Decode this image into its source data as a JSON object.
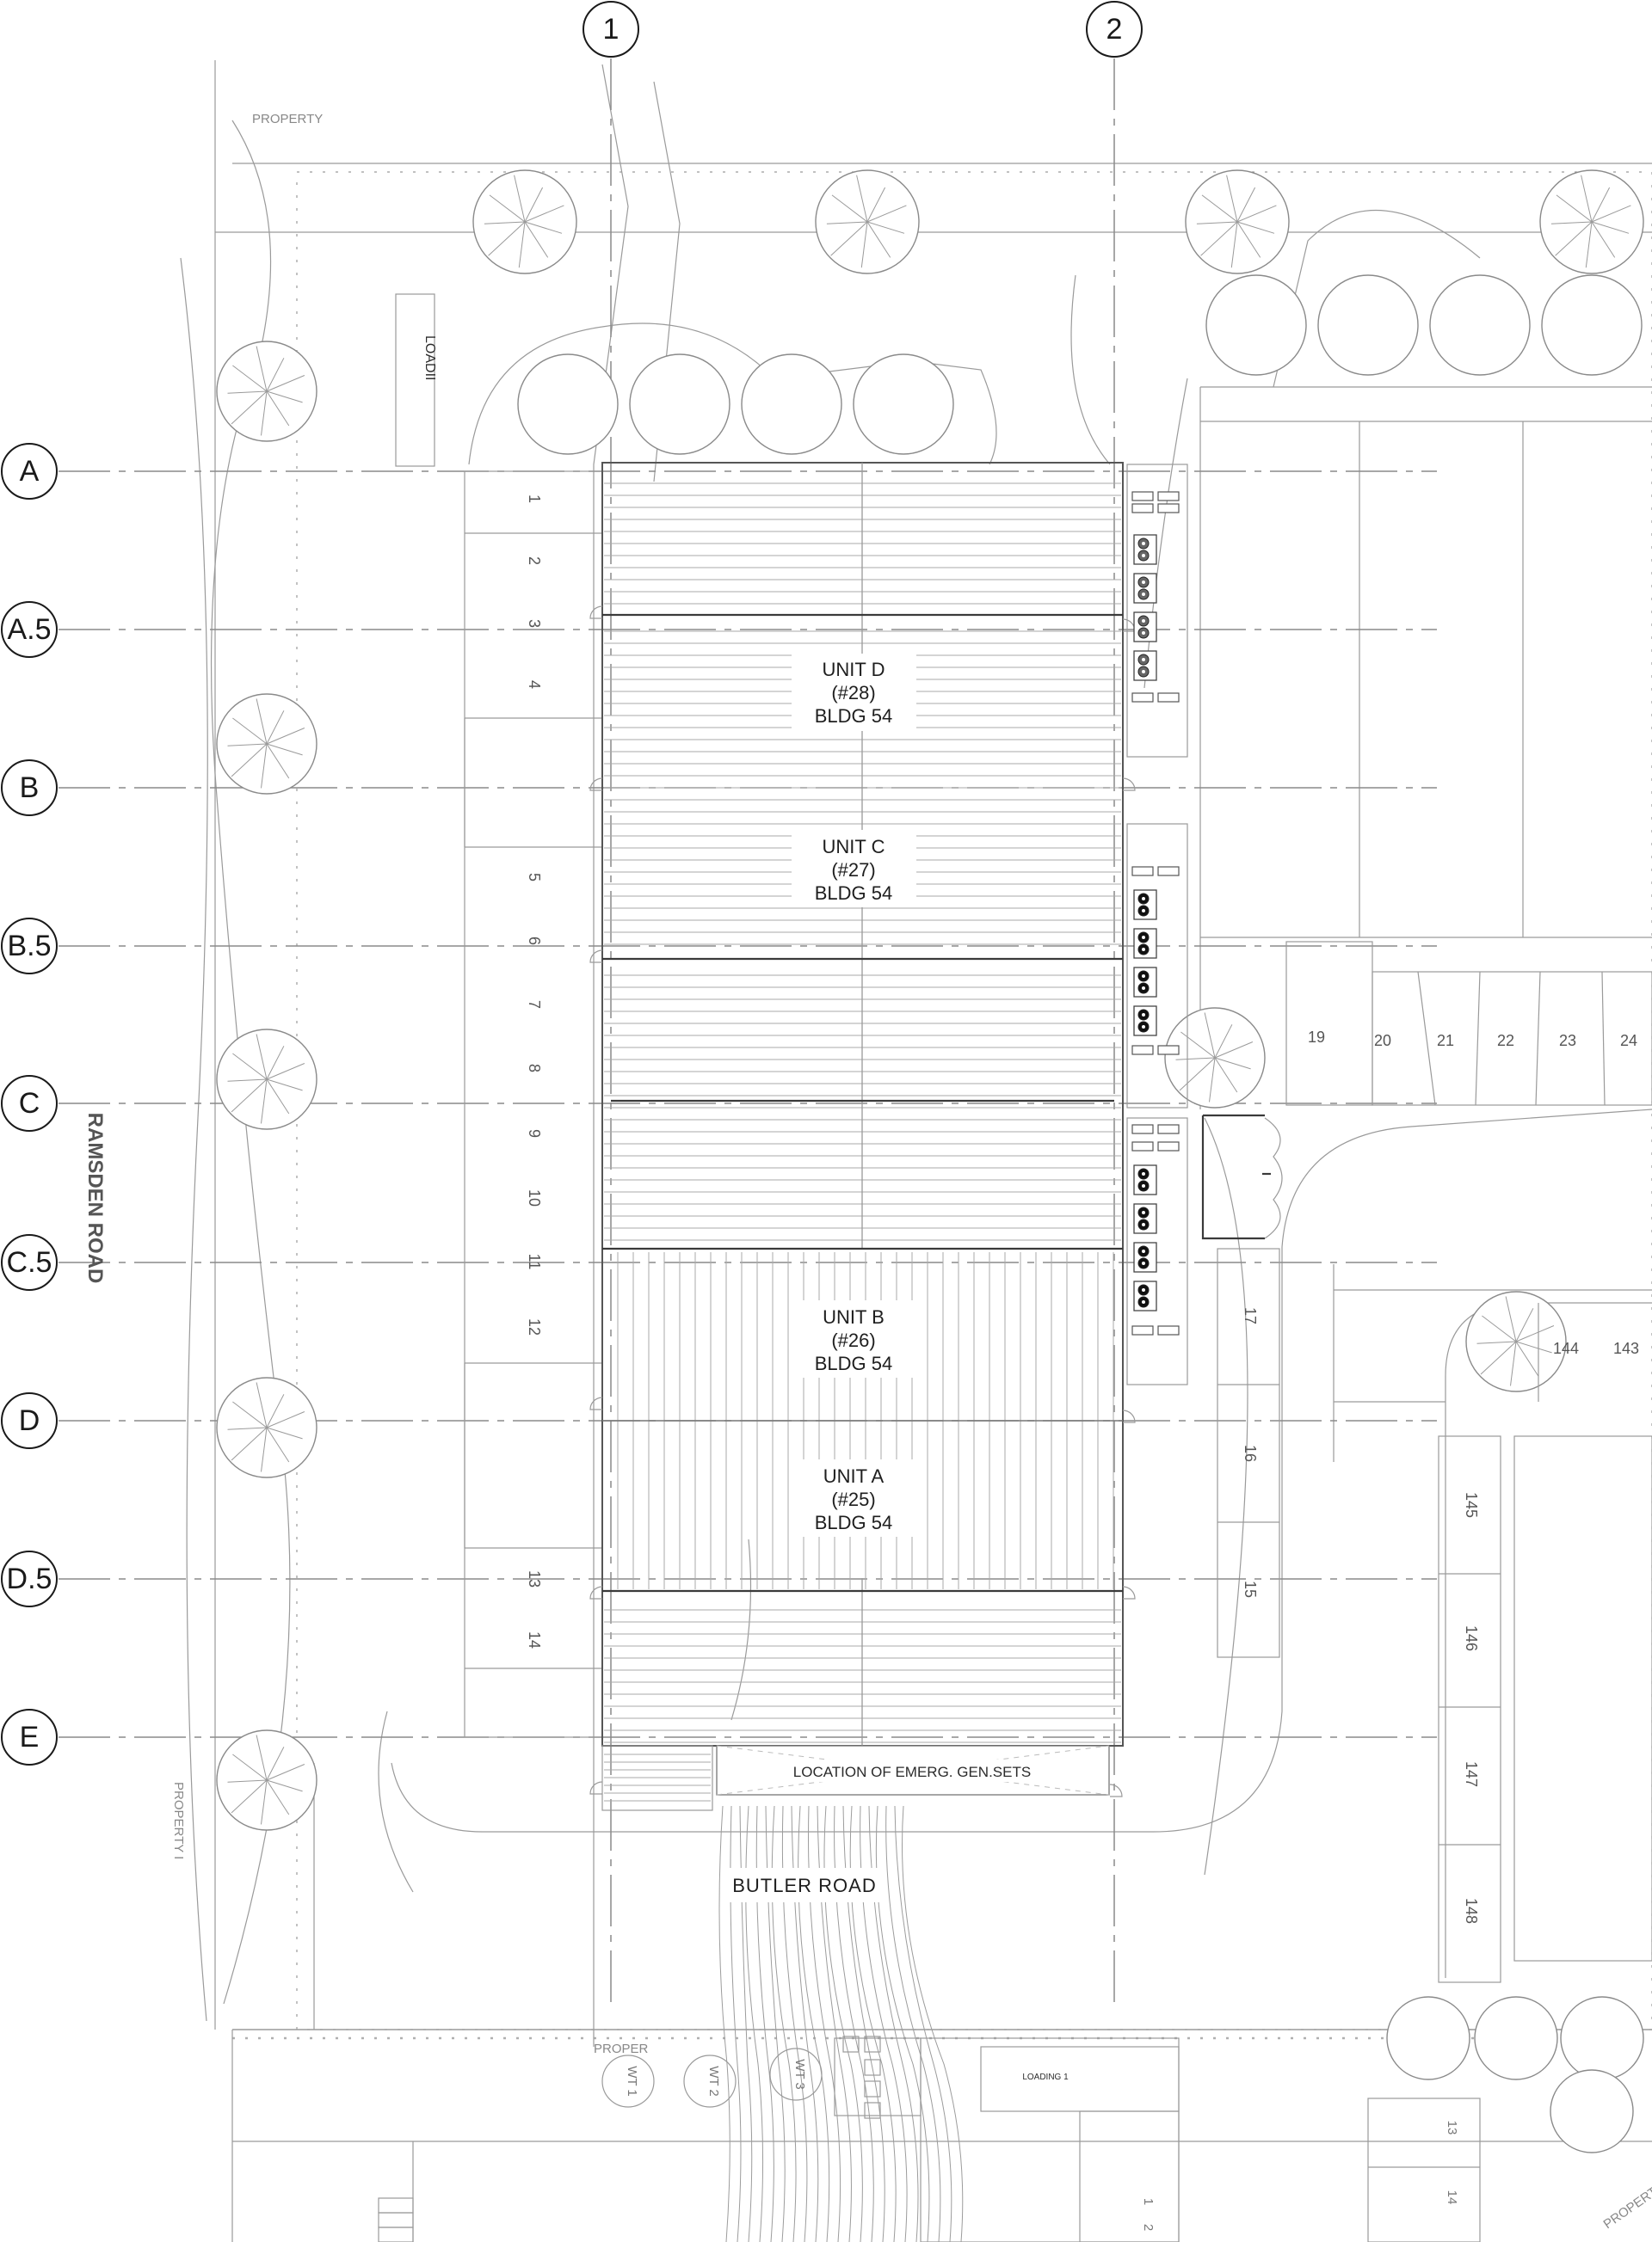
{
  "grid_columns": [
    "1",
    "2"
  ],
  "grid_rows": [
    "A",
    "A.5",
    "B",
    "B.5",
    "C",
    "C.5",
    "D",
    "D.5",
    "E"
  ],
  "units": [
    {
      "unit": "UNIT  D",
      "number": "(#28)",
      "bldg": "BLDG 54"
    },
    {
      "unit": "UNIT  C",
      "number": "(#27)",
      "bldg": "BLDG 54"
    },
    {
      "unit": "UNIT  B",
      "number": "(#26)",
      "bldg": "BLDG 54"
    },
    {
      "unit": "UNIT  A",
      "number": "(#25)",
      "bldg": "BLDG 54"
    }
  ],
  "labels": {
    "west_road": "RAMSDEN ROAD",
    "south_road": "BUTLER ROAD",
    "gen_sets": "LOCATION OF EMERG. GEN.SETS",
    "loading_top": "LOADII",
    "loading_bottom": "LOADING 1",
    "property_top": "PROPERTY",
    "property_left": "PROPERTY I",
    "property_bottom": "PROPER",
    "property_bottom_right": "PROPERT"
  },
  "west_stalls": [
    "1",
    "2",
    "3",
    "4",
    "5",
    "6",
    "7",
    "8",
    "9",
    "10",
    "11",
    "12",
    "13",
    "14"
  ],
  "east_stalls_row": [
    "19",
    "20",
    "21",
    "22",
    "23",
    "24"
  ],
  "east_stalls_col": [
    "17",
    "16",
    "15"
  ],
  "east_lot_stalls": [
    "145",
    "146",
    "147",
    "148"
  ],
  "east_lot_top": [
    "144",
    "143"
  ],
  "tanks": [
    "WT 1",
    "WT 2",
    "WT 3"
  ],
  "bottom_small_nums": [
    "13",
    "14",
    "1",
    "2"
  ]
}
